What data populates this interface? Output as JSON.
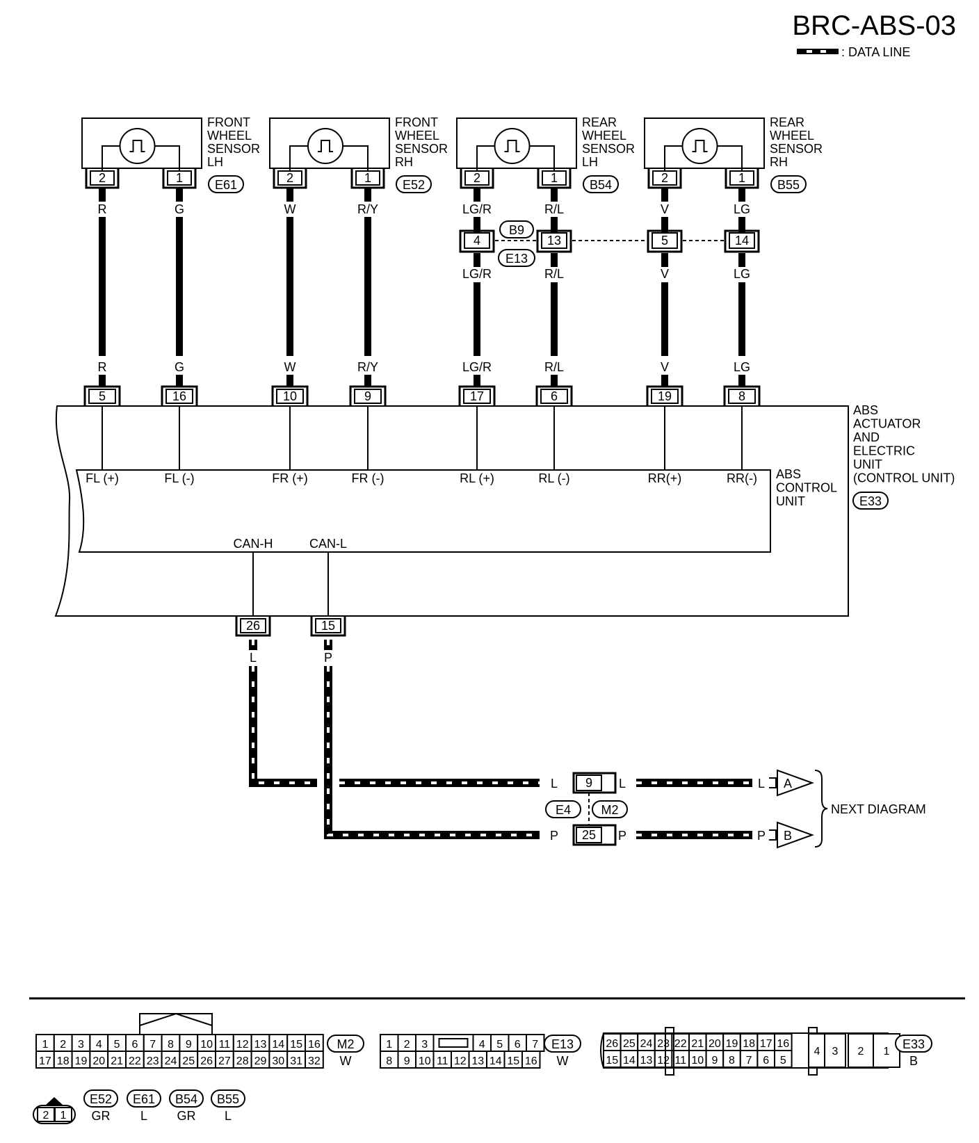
{
  "header": {
    "title": "BRC-ABS-03",
    "legend_label": ": DATA LINE"
  },
  "sensors": [
    {
      "name_lines": [
        "FRONT",
        "WHEEL",
        "SENSOR",
        "LH"
      ],
      "pins": [
        "2",
        "1"
      ],
      "connector": "E61"
    },
    {
      "name_lines": [
        "FRONT",
        "WHEEL",
        "SENSOR",
        "RH"
      ],
      "pins": [
        "2",
        "1"
      ],
      "connector": "E52"
    },
    {
      "name_lines": [
        "REAR",
        "WHEEL",
        "SENSOR",
        "LH"
      ],
      "pins": [
        "2",
        "1"
      ],
      "connector": "B54"
    },
    {
      "name_lines": [
        "REAR",
        "WHEEL",
        "SENSOR",
        "RH"
      ],
      "pins": [
        "2",
        "1"
      ],
      "connector": "B55"
    }
  ],
  "wires": [
    {
      "color_top": "R",
      "color_bottom": "R",
      "terminal": "5",
      "signal": "FL (+)"
    },
    {
      "color_top": "G",
      "color_bottom": "G",
      "terminal": "16",
      "signal": "FL (-)"
    },
    {
      "color_top": "W",
      "color_bottom": "W",
      "terminal": "10",
      "signal": "FR (+)"
    },
    {
      "color_top": "R/Y",
      "color_bottom": "R/Y",
      "terminal": "9",
      "signal": "FR (-)"
    },
    {
      "color_top": "LG/R",
      "color_bottom": "LG/R",
      "terminal": "17",
      "signal": "RL (+)"
    },
    {
      "color_top": "R/L",
      "color_bottom": "R/L",
      "terminal": "6",
      "signal": "RL (-)"
    },
    {
      "color_top": "V",
      "color_bottom": "V",
      "terminal": "19",
      "signal": "RR(+)"
    },
    {
      "color_top": "LG",
      "color_bottom": "LG",
      "terminal": "8",
      "signal": "RR(-)"
    }
  ],
  "upper_wire_colors": [
    "R",
    "G",
    "W",
    "R/Y",
    "LG/R",
    "R/L",
    "V",
    "LG"
  ],
  "lower_wire_colors": [
    "LG/R",
    "R/L",
    "V",
    "LG"
  ],
  "joint": {
    "pins": [
      "4",
      "13",
      "5",
      "14"
    ],
    "connector_top": "B9",
    "connector_bottom": "E13"
  },
  "unit": {
    "outer_lines": [
      "ABS",
      "ACTUATOR",
      "AND",
      "ELECTRIC",
      "UNIT",
      "(CONTROL UNIT)"
    ],
    "outer_connector": "E33",
    "inner_lines": [
      "ABS",
      "CONTROL",
      "UNIT"
    ],
    "can_h": "CAN-H",
    "can_l": "CAN-L"
  },
  "can": {
    "pin_h": "26",
    "pin_l": "15",
    "color_h": "L",
    "color_l": "P",
    "inline_pin_top": "9",
    "inline_pin_bottom": "25",
    "inline_conn_left": "E4",
    "inline_conn_right": "M2",
    "line_labels_top": [
      "L",
      "L",
      "L"
    ],
    "line_labels_bottom": [
      "P",
      "P",
      "P"
    ],
    "arrow_a": "A",
    "arrow_b": "B",
    "next_label": "NEXT DIAGRAM"
  },
  "connectors_info": {
    "m2": {
      "code": "M2",
      "color": "W",
      "row1": [
        "1",
        "2",
        "3",
        "4",
        "5",
        "6",
        "7",
        "8",
        "9",
        "10",
        "11",
        "12",
        "13",
        "14",
        "15",
        "16"
      ],
      "row2": [
        "17",
        "18",
        "19",
        "20",
        "21",
        "22",
        "23",
        "24",
        "25",
        "26",
        "27",
        "28",
        "29",
        "30",
        "31",
        "32"
      ]
    },
    "e13": {
      "code": "E13",
      "color": "W",
      "row1a": [
        "1",
        "2",
        "3"
      ],
      "row1b": [
        "4",
        "5",
        "6",
        "7"
      ],
      "row2": [
        "8",
        "9",
        "10",
        "11",
        "12",
        "13",
        "14",
        "15",
        "16"
      ]
    },
    "e33": {
      "code": "E33",
      "color": "B",
      "row1": [
        "26",
        "25",
        "24",
        "23",
        "22",
        "21",
        "20",
        "19",
        "18",
        "17",
        "16"
      ],
      "row2": [
        "15",
        "14",
        "13",
        "12",
        "11",
        "10",
        "9",
        "8",
        "7",
        "6",
        "5"
      ],
      "single": [
        "4",
        "3",
        "2",
        "1"
      ]
    },
    "sensor_conn": {
      "pins": [
        "2",
        "1"
      ],
      "codes": [
        "E52",
        "E61",
        "B54",
        "B55"
      ],
      "colors": [
        "GR",
        "L",
        "GR",
        "L"
      ]
    }
  }
}
